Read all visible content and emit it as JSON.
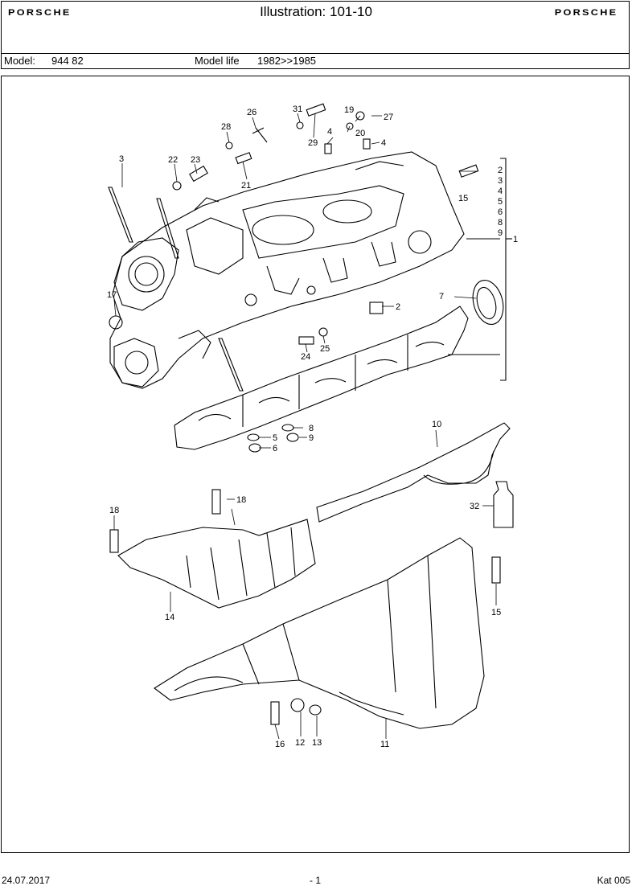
{
  "header": {
    "logo_left": "PORSCHE",
    "title": "Illustration: 101-10",
    "logo_right": "PORSCHE"
  },
  "model_bar": {
    "model_label": "Model:",
    "model_value": "944 82",
    "life_label": "Model life",
    "life_value": "1982>>1985"
  },
  "callouts": {
    "c1": "1",
    "c2": "2",
    "c3": "3",
    "c4a": "4",
    "c4b": "4",
    "c5": "5",
    "c6": "6",
    "c7": "7",
    "c8": "8",
    "c9": "9",
    "c10": "10",
    "c11": "11",
    "c12": "12",
    "c13": "13",
    "c14": "14",
    "c15a": "15",
    "c15b": "15",
    "c16": "16",
    "c17": "17",
    "c18a": "18",
    "c18b": "18",
    "c19": "19",
    "c20": "20",
    "c21": "21",
    "c22": "22",
    "c23": "23",
    "c24": "24",
    "c25": "25",
    "c26": "26",
    "c27": "27",
    "c28": "28",
    "c29": "29",
    "c31": "31",
    "c32": "32"
  },
  "bracket_list": [
    "2",
    "3",
    "4",
    "5",
    "6",
    "8",
    "9"
  ],
  "footer": {
    "date": "24.07.2017",
    "page": "- 1",
    "catalog": "Kat 005"
  }
}
